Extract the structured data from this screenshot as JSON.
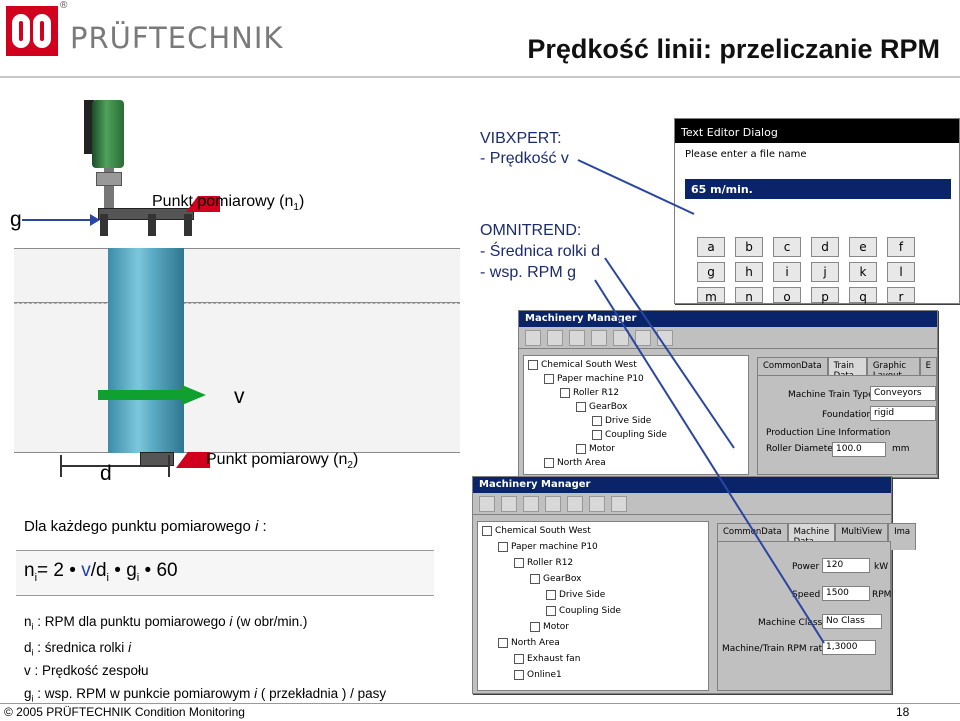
{
  "header": {
    "logo_text": "PRÜFTECHNIK",
    "registered": "®",
    "title": "Prędkość linii: przeliczanie RPM"
  },
  "diagram": {
    "label_g": "g",
    "label_v": "v",
    "label_d": "d",
    "point1": "Punkt pomiarowy (n",
    "point1_sub": "1",
    "point2": "Punkt pomiarowy (n",
    "point2_sub": "2",
    "close_paren": ")"
  },
  "formula_block": {
    "intro_a": "Dla każdego punktu pomiarowego ",
    "intro_i": "i",
    "intro_b": " :",
    "formula_n": "n",
    "formula_i": "i",
    "formula_eq": "= 2 • ",
    "formula_v": "v",
    "formula_slash": "/d",
    "formula_dot1": " • g",
    "formula_60": " • 60",
    "def_n": "n",
    "def_n_sub": "i",
    "def_n_text": " : RPM dla punktu pomiarowego ",
    "def_n_i": "i",
    "def_n_tail": " (w obr/min.)",
    "def_d": "d",
    "def_d_sub": "i",
    "def_d_text": " : średnica rolki ",
    "def_d_i": "i",
    "def_v": "v   : Prędkość zespołu",
    "def_g": "g",
    "def_g_sub": "i",
    "def_g_text": " : wsp. RPM w punkcie pomiarowym ",
    "def_g_i": "i",
    "def_g_tail": " ( przekładnia    ) / pasy"
  },
  "right_text": {
    "vibxpert": "VIBXPERT:",
    "vibxpert_item": "- Prędkość v",
    "omnitrend": "OMNITREND:",
    "omni_item1": "- Średnica rolki d",
    "omni_item2": "- wsp. RPM g"
  },
  "text_editor": {
    "title": "Text Editor Dialog",
    "prompt": "Please enter a file name",
    "value": "65 m/min.",
    "keys": [
      "a",
      "b",
      "c",
      "d",
      "e",
      "f",
      "g",
      "h",
      "i",
      "j",
      "k",
      "l",
      "m",
      "n",
      "o",
      "p",
      "q",
      "r"
    ]
  },
  "machinery_manager_top": {
    "title": "Machinery Manager",
    "tree": [
      "Chemical South West",
      "Paper machine P10",
      "Roller R12",
      "GearBox",
      "Drive Side",
      "Coupling Side",
      "Motor",
      "North Area"
    ],
    "tabs": [
      "CommonData",
      "Train Data",
      "Graphic Layout",
      "E"
    ],
    "fields": {
      "machine_train_type_label": "Machine Train Type",
      "machine_train_type_value": "Conveyors",
      "foundation_label": "Foundation",
      "foundation_value": "rigid",
      "production_line_label": "Production Line Information",
      "roller_diameter_label": "Roller Diameter",
      "roller_diameter_value": "100.0",
      "roller_diameter_unit": "mm"
    }
  },
  "machinery_manager_bottom": {
    "title": "Machinery Manager",
    "tree": [
      "Chemical South West",
      "Paper machine P10",
      "Roller R12",
      "GearBox",
      "Drive Side",
      "Coupling Side",
      "Motor",
      "North Area",
      "Exhaust fan",
      "Online1"
    ],
    "tabs": [
      "CommonData",
      "Machine Data",
      "MultiView",
      "Ima"
    ],
    "fields": {
      "power_label": "Power",
      "power_value": "120",
      "power_unit": "kW",
      "speed_label": "Speed",
      "speed_value": "1500",
      "speed_unit": "RPM",
      "machine_class_label": "Machine Class",
      "machine_class_value": "No Class",
      "rpm_ratio_label": "Machine/Train RPM ratio",
      "rpm_ratio_value": "1,3000"
    }
  },
  "footer": {
    "copyright": "© 2005 PRÜFTECHNIK Condition Monitoring",
    "page": "18"
  },
  "colors": {
    "brand_red": "#d1001c",
    "blue_text": "#1c2b6b",
    "arrow_blue": "#2a46a0",
    "green": "#10a030"
  }
}
